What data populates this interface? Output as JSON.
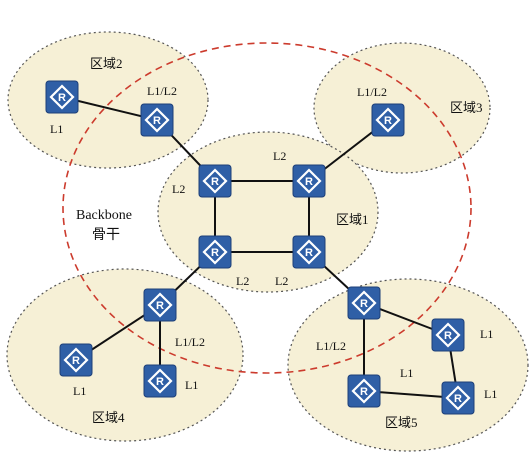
{
  "areas": {
    "area1": "区域1",
    "area2": "区域2",
    "area3": "区域3",
    "area4": "区域4",
    "area5": "区域5"
  },
  "backbone": {
    "line1": "Backbone",
    "line2": "骨干"
  },
  "router_symbol": "R",
  "labels": {
    "r2a": "L1",
    "r2b": "L1/L2",
    "r3a": "L1/L2",
    "core_top": "L2",
    "core_left": "L2",
    "core_bl": "L2",
    "core_br": "L2",
    "r4a": "L1/L2",
    "r4b": "L1",
    "r4c": "L1",
    "r5a": "L1/L2",
    "r5b": "L1",
    "r5c": "L1",
    "r5d": "L1"
  },
  "colors": {
    "area_fill": "#f6f0d6",
    "backbone_line": "#cc3b2d",
    "router_blue": "#2f5fa6"
  }
}
